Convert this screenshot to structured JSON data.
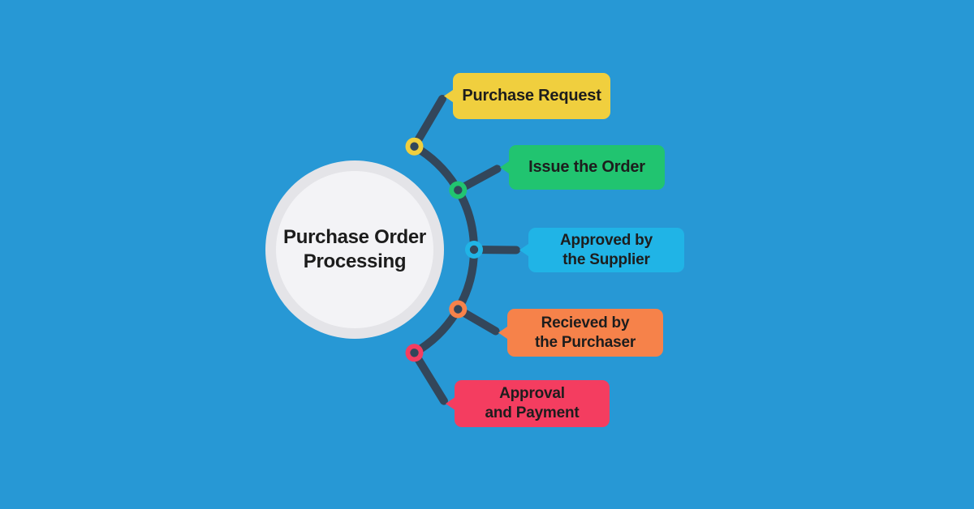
{
  "background_color": "#2798d5",
  "connector_color": "#33465a",
  "center": {
    "label": "Purchase Order\nProcessing",
    "ring_color": "#e4e4e8",
    "fill_color": "#f3f3f6",
    "text_color": "#1c1c1c"
  },
  "steps": [
    {
      "label": "Purchase Request",
      "color": "#f0cf3e"
    },
    {
      "label": "Issue the Order",
      "color": "#21c470"
    },
    {
      "label": "Approved by\nthe Supplier",
      "color": "#20b4e6"
    },
    {
      "label": "Recieved by\nthe Purchaser",
      "color": "#f6824a"
    },
    {
      "label": "Approval\nand Payment",
      "color": "#f43d60"
    }
  ]
}
